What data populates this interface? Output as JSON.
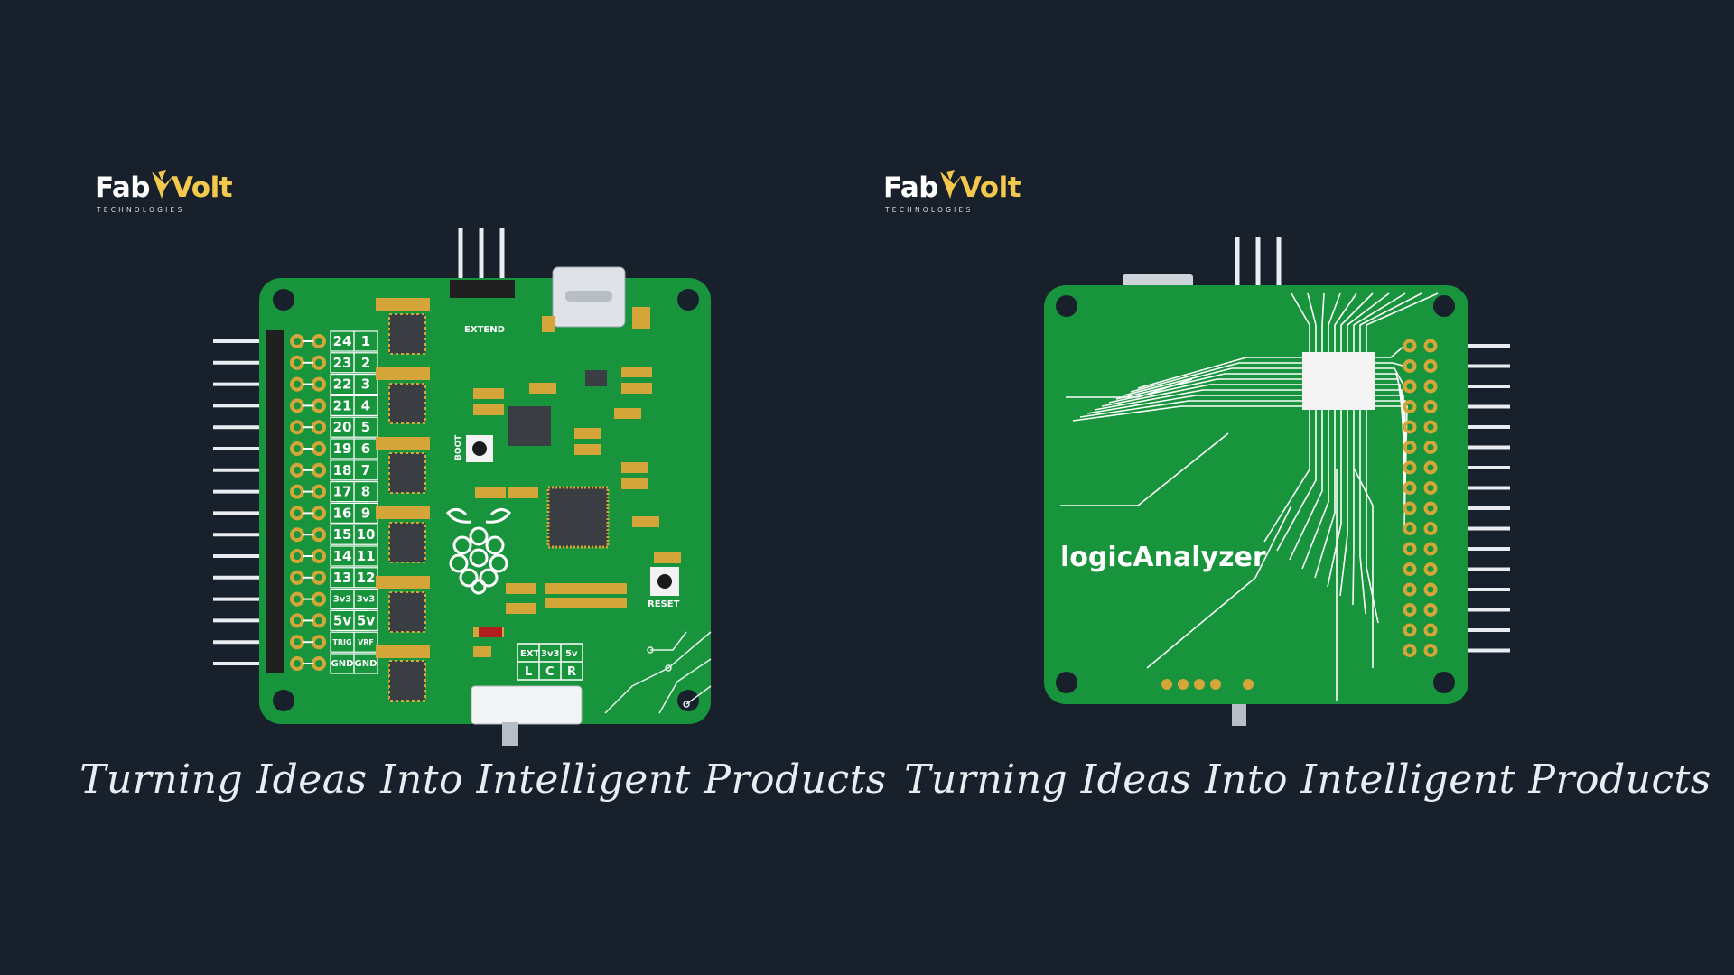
{
  "left_panel": {
    "logo": {
      "fab": "Fab",
      "volt": "Volt",
      "sub": "TECHNOLOGIES"
    },
    "tagline": "Turning Ideas Into Intelligent Products",
    "board": {
      "pin_rows": [
        [
          "24",
          "1"
        ],
        [
          "23",
          "2"
        ],
        [
          "22",
          "3"
        ],
        [
          "21",
          "4"
        ],
        [
          "20",
          "5"
        ],
        [
          "19",
          "6"
        ],
        [
          "18",
          "7"
        ],
        [
          "17",
          "8"
        ],
        [
          "16",
          "9"
        ],
        [
          "15",
          "10"
        ],
        [
          "14",
          "11"
        ],
        [
          "13",
          "12"
        ],
        [
          "3v3",
          "3v3"
        ],
        [
          "5v",
          "5v"
        ],
        [
          "TRIG",
          "VRF"
        ],
        [
          "GND",
          "GND"
        ]
      ],
      "extend_label": "EXTEND",
      "boot_label": "BOOT",
      "reset_label": "RESET",
      "supply_labels": [
        "EXT",
        "3v3",
        "5v"
      ],
      "switch_labels": [
        "L",
        "C",
        "R"
      ]
    }
  },
  "right_panel": {
    "logo": {
      "fab": "Fab",
      "volt": "Volt",
      "sub": "TECHNOLOGIES"
    },
    "tagline": "Turning Ideas Into Intelligent Products",
    "board": {
      "title": "logicAnalyzer"
    }
  },
  "colors": {
    "background": "#17202b",
    "pcb_green": "#17943c",
    "gold_pad": "#d4a63a",
    "brand_yellow": "#f2c94c"
  }
}
